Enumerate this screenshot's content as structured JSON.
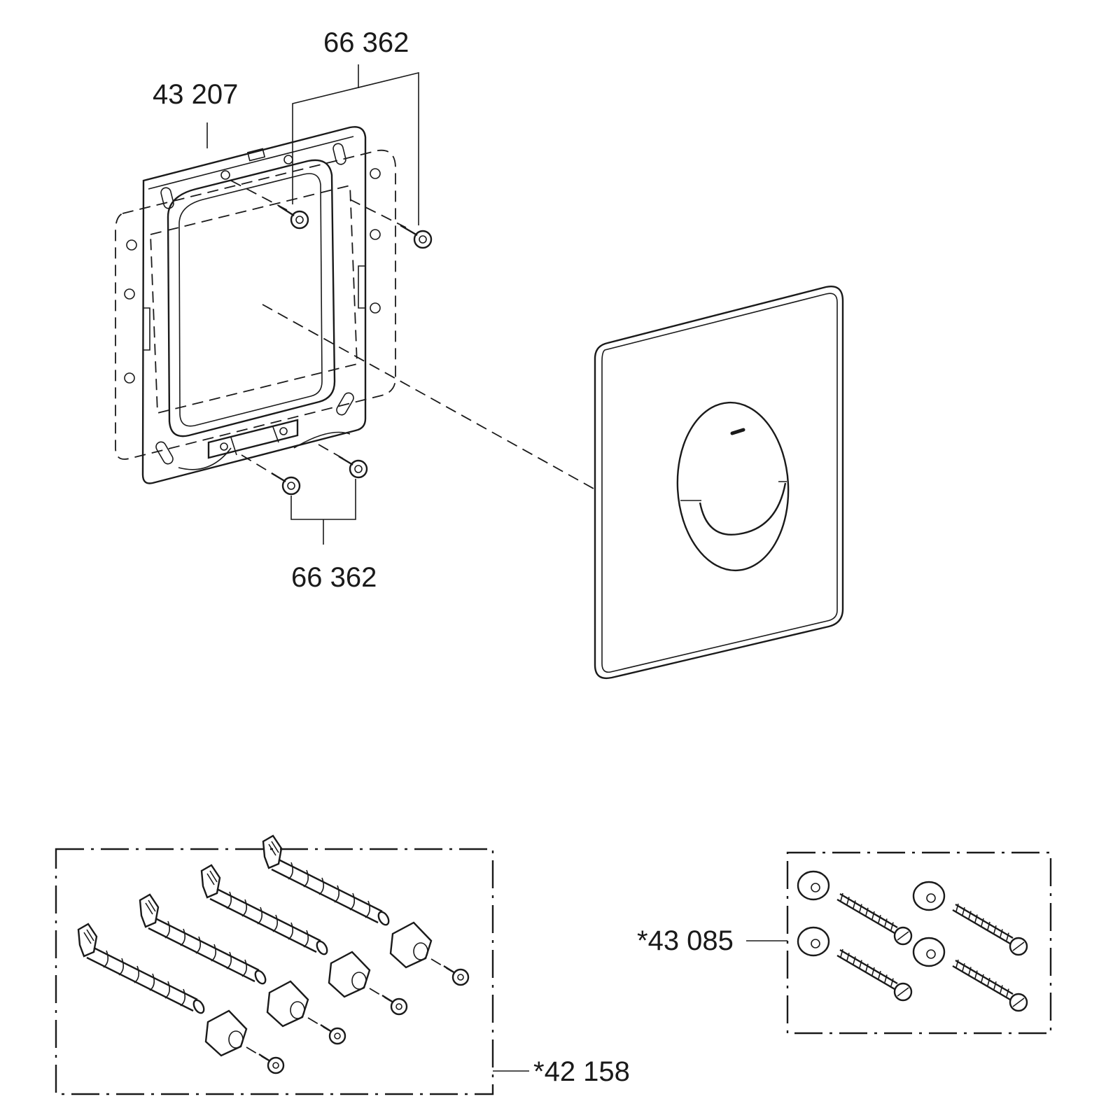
{
  "labels": {
    "frame_part": "43 207",
    "top_screws_part": "66 362",
    "bottom_screws_part": "66 362",
    "wall_anchor_kit_part": "*42 158",
    "screw_washer_kit_part": "*43 085"
  }
}
